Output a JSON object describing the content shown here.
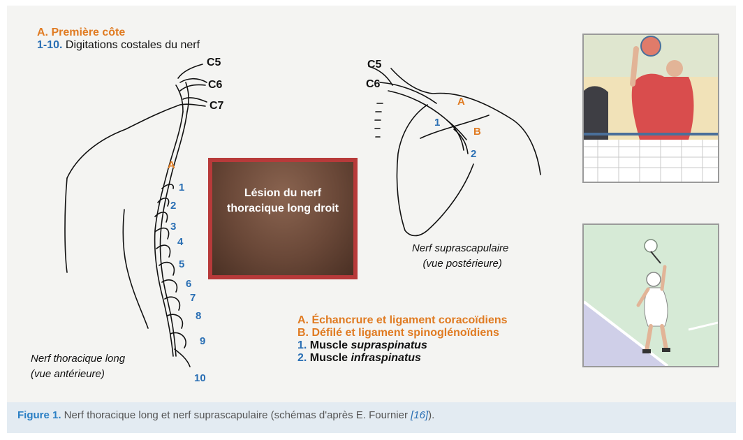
{
  "legend_top": {
    "line1": "A. Première côte",
    "line2_num": "1-10.",
    "line2_text": " Digitations costales du nerf"
  },
  "nerve_left": {
    "roots": [
      "C5",
      "C6",
      "C7"
    ],
    "point_a": "A",
    "digitations": [
      "1",
      "2",
      "3",
      "4",
      "5",
      "6",
      "7",
      "8",
      "9",
      "10"
    ],
    "caption_line1": "Nerf thoracique long",
    "caption_line2": "(vue antérieure)"
  },
  "photo": {
    "line1": "Lésion du nerf",
    "line2": "thoracique long droit"
  },
  "nerve_right": {
    "roots": [
      "C5",
      "C6"
    ],
    "label_a": "A",
    "label_b": "B",
    "label_1": "1",
    "label_2": "2",
    "caption_line1": "Nerf suprascapulaire",
    "caption_line2": "(vue postérieure)"
  },
  "legend_bottom": {
    "a": "A. Échancrure et ligament coracoïdiens",
    "b": "B. Défilé et ligament spinoglénoïdiens",
    "one_num": "1.",
    "one_text": " Muscle ",
    "one_it": "supraspinatus",
    "two_num": "2.",
    "two_text": " Muscle ",
    "two_it": "infraspinatus"
  },
  "caption": {
    "figure": "Figure 1.",
    "text": " Nerf thoracique long et nerf suprascapulaire (schémas d'après E. Fournier ",
    "ref": "[16]",
    "end": ")."
  },
  "colors": {
    "orange": "#e07b22",
    "blue": "#2a6fb4",
    "photo_border": "#b73a3a"
  }
}
